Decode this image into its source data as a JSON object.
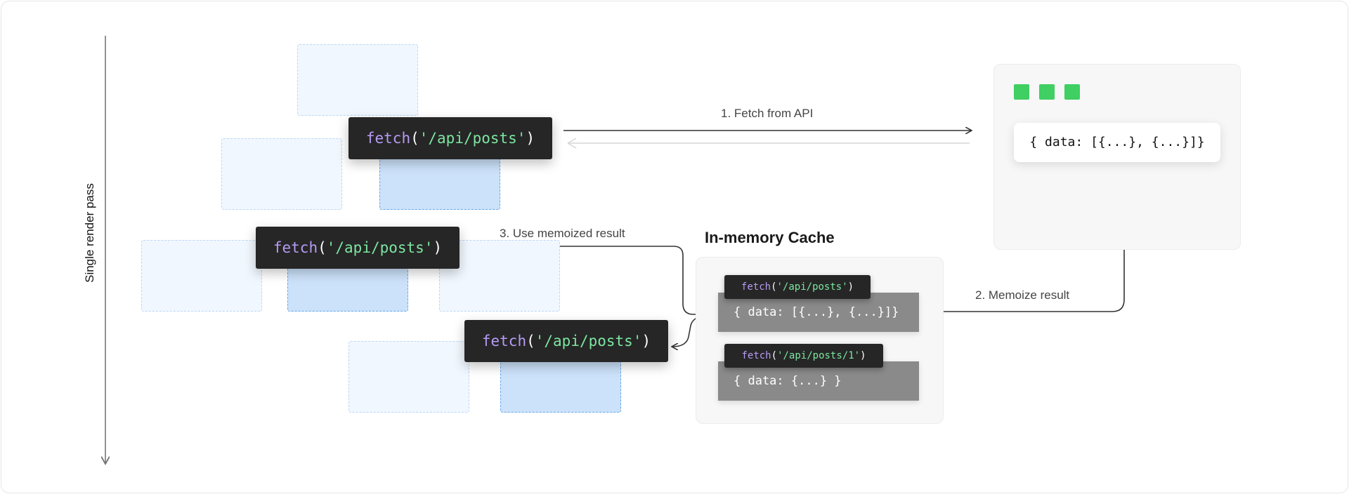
{
  "axis": {
    "label": "Single render pass"
  },
  "requests": [
    {
      "fn": "fetch",
      "open": "(",
      "arg": "'/api/posts'",
      "close": ")"
    },
    {
      "fn": "fetch",
      "open": "(",
      "arg": "'/api/posts'",
      "close": ")"
    },
    {
      "fn": "fetch",
      "open": "(",
      "arg": "'/api/posts'",
      "close": ")"
    }
  ],
  "api": {
    "response": "{ data: [{...}, {...}]}"
  },
  "arrows": {
    "fetch": "1. Fetch from API",
    "memoize": "2. Memoize result",
    "use": "3. Use memoized result"
  },
  "cache": {
    "title": "In-memory Cache",
    "entries": [
      {
        "fn": "fetch",
        "open": "(",
        "arg": "'/api/posts'",
        "close": ")",
        "value": "{ data: [{...}, {...}]}"
      },
      {
        "fn": "fetch",
        "open": "(",
        "arg": "'/api/posts/1'",
        "close": ")",
        "value": "{ data: {...} }"
      }
    ]
  },
  "colors": {
    "placeholder": "#f1f7fe",
    "placeholder_highlight": "#cce2fa",
    "code_bg": "#262626",
    "code_fn": "#b79bf5",
    "code_string": "#7ce6a0",
    "status_green": "#3fcf62",
    "cache_value_bg": "#8a8a8a"
  }
}
